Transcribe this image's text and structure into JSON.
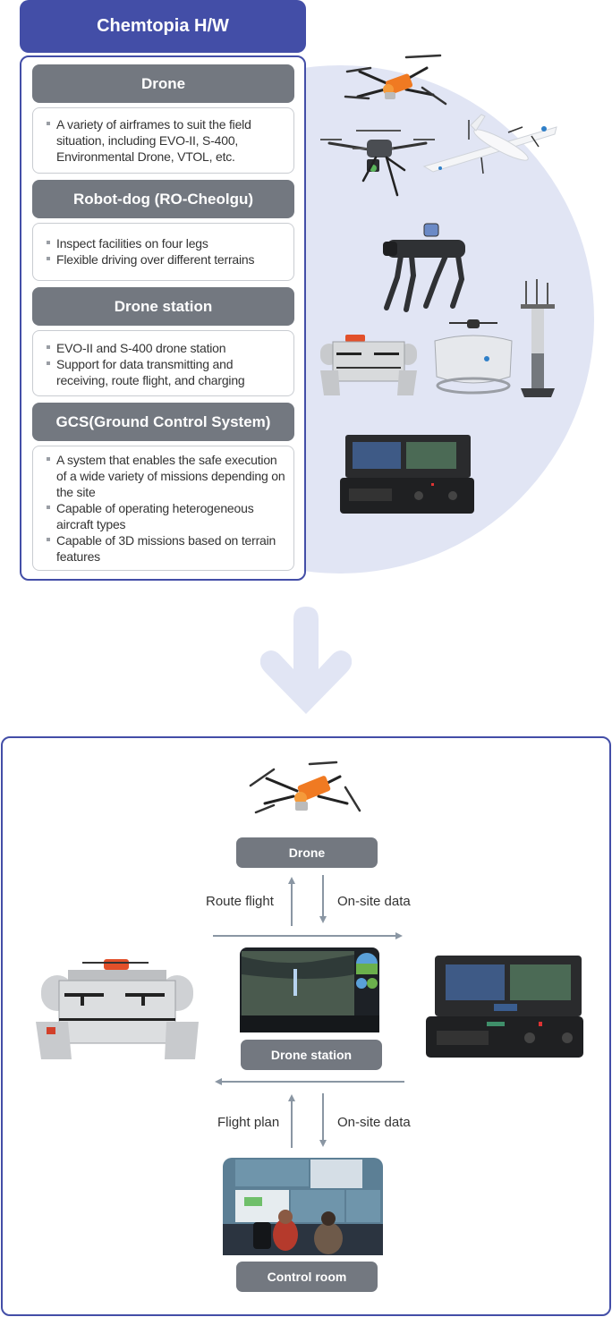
{
  "header": {
    "title": "Chemtopia H/W"
  },
  "categories": [
    {
      "title": "Drone",
      "bullets": [
        "A variety of airframes to suit the field situation, including EVO-II, S-400, Environmental Drone, VTOL, etc."
      ]
    },
    {
      "title": "Robot-dog (RO-Cheolgu)",
      "bullets": [
        "Inspect facilities on four legs",
        "Flexible driving over different terrains"
      ]
    },
    {
      "title": "Drone station",
      "bullets": [
        "EVO-II and S-400 drone station",
        "Support for data transmitting and receiving, route flight, and charging"
      ]
    },
    {
      "title": "GCS(Ground Control System)",
      "bullets": [
        "A system that enables the safe execution of a wide variety of missions depending on the site",
        "Capable of operating heterogeneous aircraft types",
        "Capable of 3D missions based on terrain features"
      ]
    }
  ],
  "product_images": [
    "orange-quadcopter-drone",
    "gray-industrial-drone",
    "white-vtol-aircraft",
    "robot-dog",
    "drone-station-box",
    "drone-station-dome",
    "environmental-sensor-pole",
    "gcs-rugged-case"
  ],
  "flow": {
    "nodes": {
      "drone": "Drone",
      "drone_station": "Drone station",
      "control_room": "Control room"
    },
    "edges": {
      "route_flight": "Route flight",
      "on_site_data_top": "On-site data",
      "flight_plan": "Flight plan",
      "on_site_data_bottom": "On-site data"
    }
  },
  "colors": {
    "brand": "#434ea7",
    "label_bg": "#737880",
    "circle_bg": "#e1e5f4",
    "arrow": "#8a96a3",
    "drone_orange": "#f07a22"
  }
}
